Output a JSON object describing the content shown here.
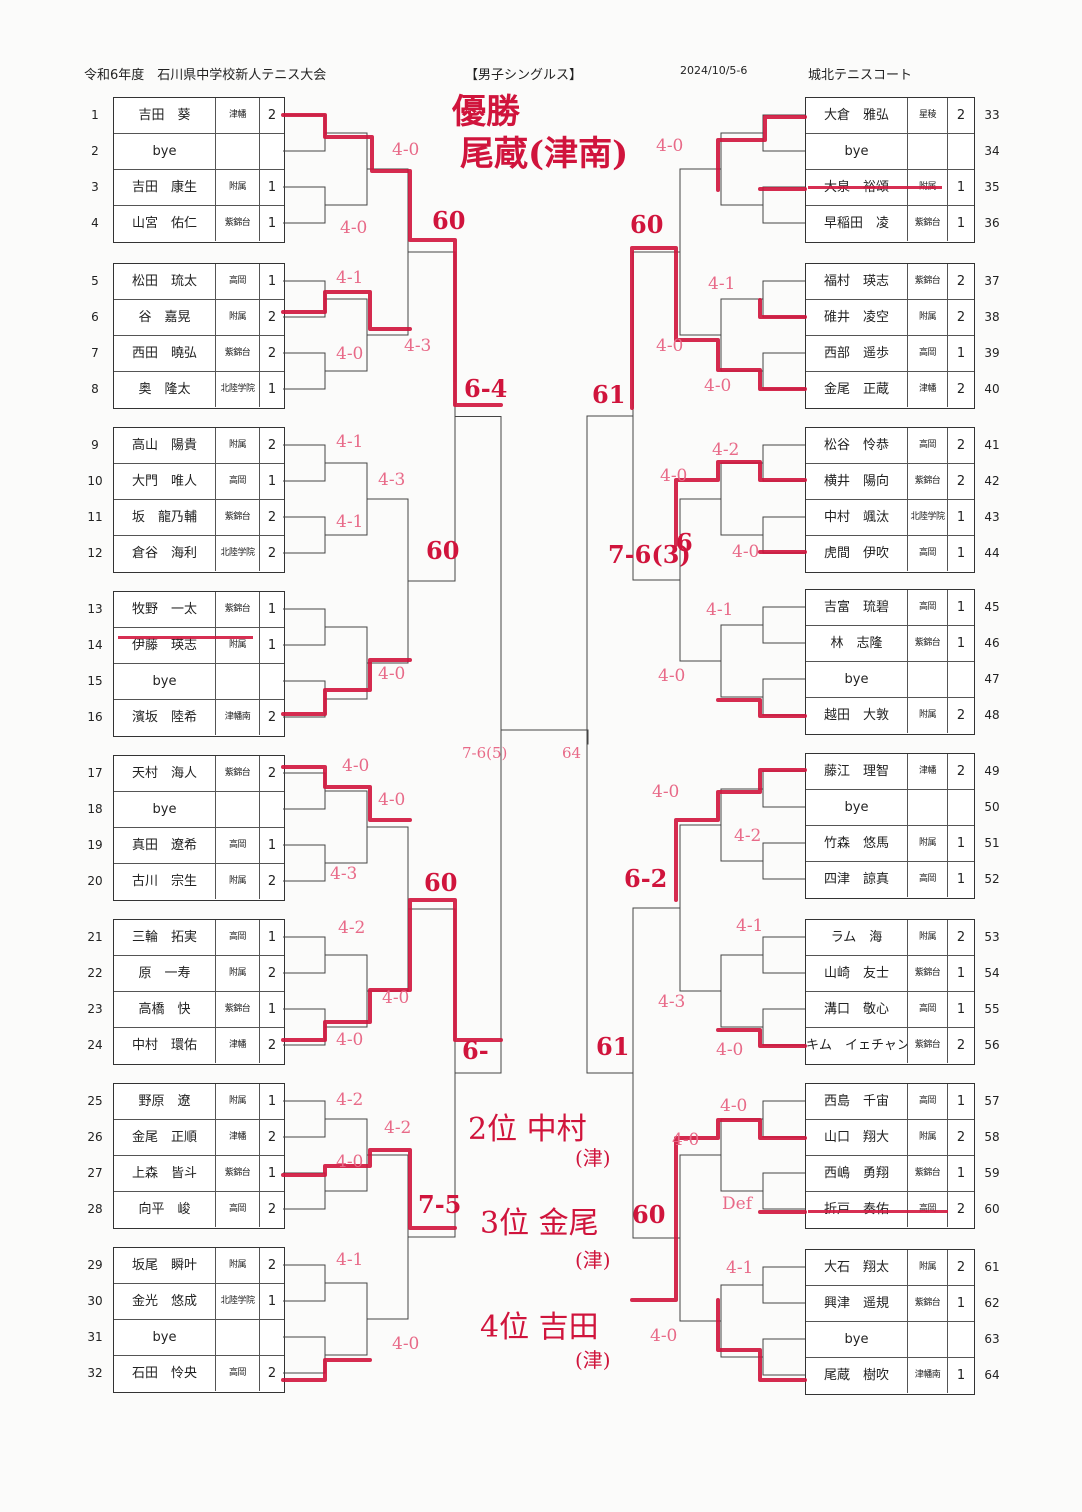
{
  "header": {
    "event": "令和6年度　石川県中学校新人テニス大会",
    "category": "【男子シングルス】",
    "date": "2024/10/5-6",
    "venue": "城北テニスコート"
  },
  "left_groups": [
    {
      "rows": [
        {
          "num": "1",
          "name": "吉田　葵",
          "school": "津幡",
          "seed": "2"
        },
        {
          "num": "2",
          "name": "bye",
          "school": "",
          "seed": ""
        },
        {
          "num": "3",
          "name": "吉田　康生",
          "school": "附属",
          "seed": "1"
        },
        {
          "num": "4",
          "name": "山宮　佑仁",
          "school": "紫錦台",
          "seed": "1"
        }
      ]
    },
    {
      "rows": [
        {
          "num": "5",
          "name": "松田　琉太",
          "school": "高岡",
          "seed": "1"
        },
        {
          "num": "6",
          "name": "谷　嘉晃",
          "school": "附属",
          "seed": "2"
        },
        {
          "num": "7",
          "name": "西田　曉弘",
          "school": "紫錦台",
          "seed": "2"
        },
        {
          "num": "8",
          "name": "奥　隆太",
          "school": "北陸学院",
          "seed": "1"
        }
      ]
    },
    {
      "rows": [
        {
          "num": "9",
          "name": "高山　陽貴",
          "school": "附属",
          "seed": "2"
        },
        {
          "num": "10",
          "name": "大門　唯人",
          "school": "高岡",
          "seed": "1"
        },
        {
          "num": "11",
          "name": "坂　龍乃輔",
          "school": "紫錦台",
          "seed": "2"
        },
        {
          "num": "12",
          "name": "倉谷　海利",
          "school": "北陸学院",
          "seed": "2"
        }
      ]
    },
    {
      "rows": [
        {
          "num": "13",
          "name": "牧野　一太",
          "school": "紫錦台",
          "seed": "1"
        },
        {
          "num": "14",
          "name": "伊藤　瑛志",
          "school": "附属",
          "seed": "1"
        },
        {
          "num": "15",
          "name": "bye",
          "school": "",
          "seed": ""
        },
        {
          "num": "16",
          "name": "濱坂　陸希",
          "school": "津幡南",
          "seed": "2"
        }
      ]
    },
    {
      "rows": [
        {
          "num": "17",
          "name": "天村　海人",
          "school": "紫錦台",
          "seed": "2"
        },
        {
          "num": "18",
          "name": "bye",
          "school": "",
          "seed": ""
        },
        {
          "num": "19",
          "name": "真田　遼希",
          "school": "高岡",
          "seed": "1"
        },
        {
          "num": "20",
          "name": "古川　宗生",
          "school": "附属",
          "seed": "2"
        }
      ]
    },
    {
      "rows": [
        {
          "num": "21",
          "name": "三輪　拓実",
          "school": "高岡",
          "seed": "1"
        },
        {
          "num": "22",
          "name": "原　一寿",
          "school": "附属",
          "seed": "2"
        },
        {
          "num": "23",
          "name": "高橋　快",
          "school": "紫錦台",
          "seed": "1"
        },
        {
          "num": "24",
          "name": "中村　環佑",
          "school": "津幡",
          "seed": "2"
        }
      ]
    },
    {
      "rows": [
        {
          "num": "25",
          "name": "野原　遼",
          "school": "附属",
          "seed": "1"
        },
        {
          "num": "26",
          "name": "金尾　正順",
          "school": "津幡",
          "seed": "2"
        },
        {
          "num": "27",
          "name": "上森　皆斗",
          "school": "紫錦台",
          "seed": "1"
        },
        {
          "num": "28",
          "name": "向平　峻",
          "school": "高岡",
          "seed": "2"
        }
      ]
    },
    {
      "rows": [
        {
          "num": "29",
          "name": "坂尾　瞬叶",
          "school": "附属",
          "seed": "2"
        },
        {
          "num": "30",
          "name": "金光　悠成",
          "school": "北陸学院",
          "seed": "1"
        },
        {
          "num": "31",
          "name": "bye",
          "school": "",
          "seed": ""
        },
        {
          "num": "32",
          "name": "石田　怜央",
          "school": "高岡",
          "seed": "2"
        }
      ]
    }
  ],
  "right_groups": [
    {
      "rows": [
        {
          "num": "33",
          "name": "大倉　雅弘",
          "school": "星稜",
          "seed": "2"
        },
        {
          "num": "34",
          "name": "bye",
          "school": "",
          "seed": ""
        },
        {
          "num": "35",
          "name": "大泉　裕頌",
          "school": "附属",
          "seed": "1"
        },
        {
          "num": "36",
          "name": "早稲田　凌",
          "school": "紫錦台",
          "seed": "1"
        }
      ]
    },
    {
      "rows": [
        {
          "num": "37",
          "name": "福村　瑛志",
          "school": "紫錦台",
          "seed": "2"
        },
        {
          "num": "38",
          "name": "碓井　凌空",
          "school": "附属",
          "seed": "2"
        },
        {
          "num": "39",
          "name": "西部　遥歩",
          "school": "高岡",
          "seed": "1"
        },
        {
          "num": "40",
          "name": "金尾　正蔵",
          "school": "津幡",
          "seed": "2"
        }
      ]
    },
    {
      "rows": [
        {
          "num": "41",
          "name": "松谷　怜恭",
          "school": "高岡",
          "seed": "2"
        },
        {
          "num": "42",
          "name": "横井　陽向",
          "school": "紫錦台",
          "seed": "2"
        },
        {
          "num": "43",
          "name": "中村　颯汰",
          "school": "北陸学院",
          "seed": "1"
        },
        {
          "num": "44",
          "name": "虎間　伊吹",
          "school": "高岡",
          "seed": "1"
        }
      ]
    },
    {
      "rows": [
        {
          "num": "45",
          "name": "吉富　琉碧",
          "school": "高岡",
          "seed": "1"
        },
        {
          "num": "46",
          "name": "林　志隆",
          "school": "紫錦台",
          "seed": "1"
        },
        {
          "num": "47",
          "name": "bye",
          "school": "",
          "seed": ""
        },
        {
          "num": "48",
          "name": "越田　大敦",
          "school": "附属",
          "seed": "2"
        }
      ]
    },
    {
      "rows": [
        {
          "num": "49",
          "name": "藤江　理智",
          "school": "津幡",
          "seed": "2"
        },
        {
          "num": "50",
          "name": "bye",
          "school": "",
          "seed": ""
        },
        {
          "num": "51",
          "name": "竹森　悠馬",
          "school": "附属",
          "seed": "1"
        },
        {
          "num": "52",
          "name": "四津　諒真",
          "school": "高岡",
          "seed": "1"
        }
      ]
    },
    {
      "rows": [
        {
          "num": "53",
          "name": "ラム　海",
          "school": "附属",
          "seed": "2"
        },
        {
          "num": "54",
          "name": "山崎　友士",
          "school": "紫錦台",
          "seed": "1"
        },
        {
          "num": "55",
          "name": "溝口　敬心",
          "school": "高岡",
          "seed": "1"
        },
        {
          "num": "56",
          "name": "キム　イェチャン",
          "school": "紫錦台",
          "seed": "2"
        }
      ]
    },
    {
      "rows": [
        {
          "num": "57",
          "name": "西島　千宙",
          "school": "高岡",
          "seed": "1"
        },
        {
          "num": "58",
          "name": "山口　翔大",
          "school": "附属",
          "seed": "2"
        },
        {
          "num": "59",
          "name": "西嶋　勇翔",
          "school": "紫錦台",
          "seed": "1"
        },
        {
          "num": "60",
          "name": "折戸　奏佑",
          "school": "高岡",
          "seed": "2"
        }
      ]
    },
    {
      "rows": [
        {
          "num": "61",
          "name": "大石　翔太",
          "school": "附属",
          "seed": "2"
        },
        {
          "num": "62",
          "name": "興津　遥規",
          "school": "紫錦台",
          "seed": "1"
        },
        {
          "num": "63",
          "name": "bye",
          "school": "",
          "seed": ""
        },
        {
          "num": "64",
          "name": "尾蔵　樹吹",
          "school": "津幡南",
          "seed": "1"
        }
      ]
    }
  ],
  "annotations": {
    "winner_title": "優勝",
    "winner_name": "尾蔵(津南)",
    "second": "2位 中村",
    "second_school": "(津)",
    "third": "3位 金尾",
    "third_school": "(津)",
    "fourth": "4位 吉田",
    "fourth_school": "(津)",
    "scores_left": [
      "4-0",
      "4-0",
      "60",
      "4-1",
      "4-0",
      "4-3",
      "6-4",
      "4-1",
      "4-3",
      "4-1",
      "60",
      "4-0",
      "4-0",
      "4-0",
      "4-3",
      "60",
      "4-2",
      "4-0",
      "4-0",
      "6-",
      "4-2",
      "4-0",
      "4-2",
      "7-5",
      "4-1",
      "4-0"
    ],
    "scores_right": [
      "4-0",
      "60",
      "4-1",
      "4-0",
      "4-0",
      "61",
      "4-2",
      "4-0",
      "6",
      "7-6(3)",
      "4-0",
      "4-1",
      "4-0",
      "4-0",
      "4-2",
      "6-2",
      "4-1",
      "4-3",
      "4-0",
      "61",
      "4-0",
      "4-0",
      "Def",
      "60",
      "4-1",
      "4-0"
    ],
    "scores_final": [
      "7-6(5)",
      "64"
    ]
  },
  "strikes": [
    "伊藤　瑛志",
    "大泉　裕頌",
    "折戸　奏佑"
  ],
  "colors": {
    "ink": "#d0143c",
    "line": "#333333",
    "paper": "#fbfbfa"
  }
}
